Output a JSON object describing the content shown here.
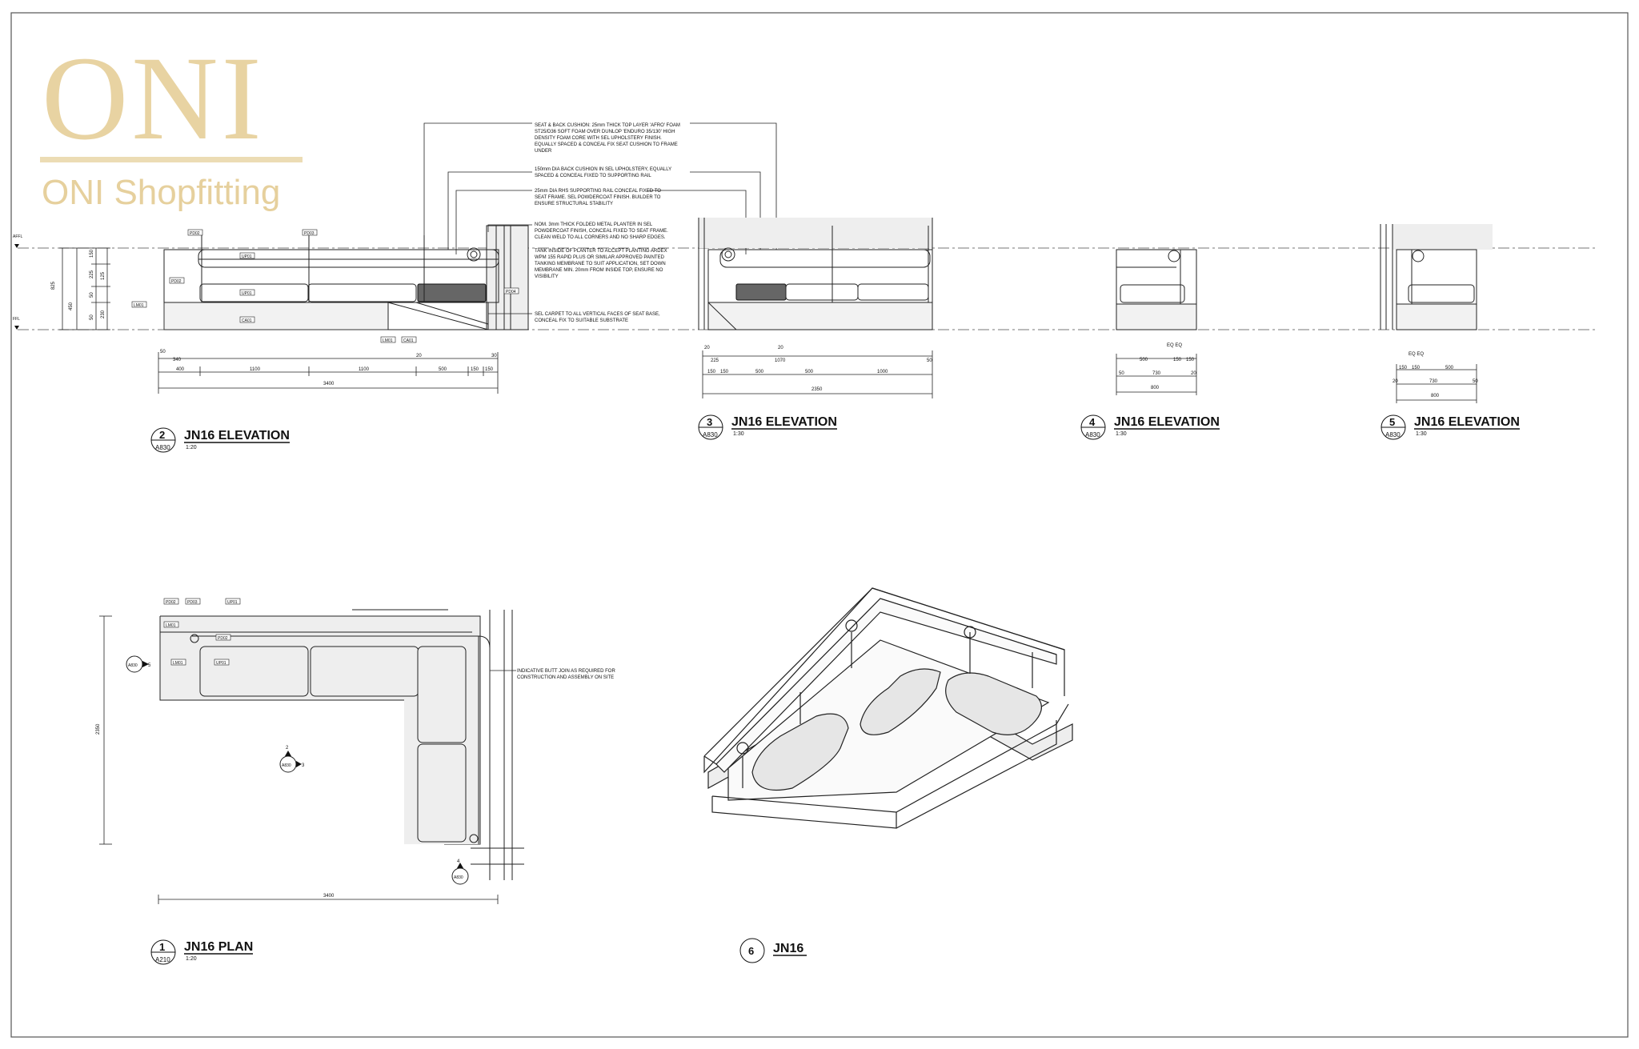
{
  "brand": {
    "logo_mark": "ONI",
    "logo_text": "ONI Shopfitting"
  },
  "views": [
    {
      "number": "2",
      "title": "JN16 ELEVATION",
      "scale": "1:20",
      "ref": "A830"
    },
    {
      "number": "3",
      "title": "JN16 ELEVATION",
      "scale": "1:30",
      "ref": "A830"
    },
    {
      "number": "4",
      "title": "JN16 ELEVATION",
      "scale": "1:30",
      "ref": "A830"
    },
    {
      "number": "5",
      "title": "JN16 ELEVATION",
      "scale": "1:30",
      "ref": "A830"
    },
    {
      "number": "1",
      "title": "JN16 PLAN",
      "scale": "1:20",
      "ref": "A210"
    },
    {
      "number": "6",
      "title": "JN16",
      "scale": "",
      "ref": ""
    }
  ],
  "notes": [
    [
      "SEAT & BACK CUSHION: 25mm THICK TOP LAYER 'AFRO' FOAM",
      "ST25/D36 SOFT FOAM OVER DUNLOP 'ENDURO 35/130' HIGH",
      "DENSITY FOAM CORE WITH SEL UPHOLSTERY FINISH.",
      "EQUALLY SPACED & CONCEAL FIX SEAT CUSHION TO FRAME",
      "UNDER"
    ],
    [
      "150mm DIA BACK CUSHION IN SEL UPHOLSTERY, EQUALLY",
      "SPACED & CONCEAL FIXED TO SUPPORTING RAIL"
    ],
    [
      "25mm DIA RHS SUPPORTING RAIL CONCEAL FIXED TO",
      "SEAT FRAME. SEL POWDERCOAT FINISH. BUILDER TO",
      "ENSURE STRUCTURAL STABILITY"
    ],
    [
      "NOM. 3mm THICK FOLDED METAL PLANTER IN SEL",
      "POWDERCOAT FINISH, CONCEAL FIXED TO SEAT FRAME.",
      "CLEAN WELD TO ALL CORNERS AND NO SHARP EDGES."
    ],
    [
      "TANK INSIDE OF PLANTER TO ACCEPT PLANTING ARDEX",
      "WPM 155 RAPID PLUS OR SIMILAR APPROVED PAINTED",
      "TANKING MEMBRANE TO SUIT APPLICATION, SET DOWN",
      "MEMBRANE MIN. 20mm FROM INSIDE TOP, ENSURE NO",
      "VISIBILITY"
    ],
    [
      "SEL CARPET TO ALL VERTICAL FACES OF SEAT BASE,",
      "CONCEAL FIX TO SUITABLE SUBSTRATE"
    ]
  ],
  "plan_note": [
    "INDICATIVE BUTT JOIN AS REQUIRED FOR",
    "CONSTRUCTION AND ASSEMBLY ON SITE"
  ],
  "levels": [
    "AFFL",
    "FFL"
  ],
  "tags": [
    "PD02",
    "PD03",
    "UP01",
    "PD02",
    "UP01",
    "CA01",
    "LM01",
    "LM01",
    "CA01",
    "PD04"
  ],
  "callouts": {
    "plan_section_a": "A830",
    "plan_section_a_no": "5",
    "plan_section_b": "A830",
    "plan_section_b_no": "3",
    "plan_section_b_top": "2",
    "plan_section_c": "A830",
    "plan_section_c_no": "4"
  },
  "dims": {
    "view2": {
      "bottom_total": "3400",
      "bottom_segs": [
        "400",
        "1100",
        "1100",
        "500",
        "150",
        "150"
      ],
      "top_segs": [
        "50",
        "340",
        "20",
        "30"
      ],
      "left": [
        "825",
        "450",
        "150",
        "225",
        "125",
        "50",
        "230",
        "50"
      ]
    },
    "view3": {
      "bottom_total": "2350",
      "bottom_segs": [
        "150",
        "150",
        "500",
        "500",
        "1000",
        "50"
      ],
      "top_segs": [
        "20",
        "225",
        "20",
        "1070"
      ]
    },
    "view4": {
      "bottom_total": "800",
      "bottom_segs": [
        "50",
        "730",
        "20"
      ],
      "top_segs": [
        "500",
        "150",
        "150"
      ],
      "eq": "EQ EQ"
    },
    "view5": {
      "bottom_total": "800",
      "bottom_segs": [
        "20",
        "730",
        "50"
      ],
      "top_segs": [
        "150",
        "150",
        "500"
      ],
      "eq": "EQ EQ"
    },
    "plan": {
      "bottom_total": "3400",
      "left_total": "2350"
    }
  }
}
